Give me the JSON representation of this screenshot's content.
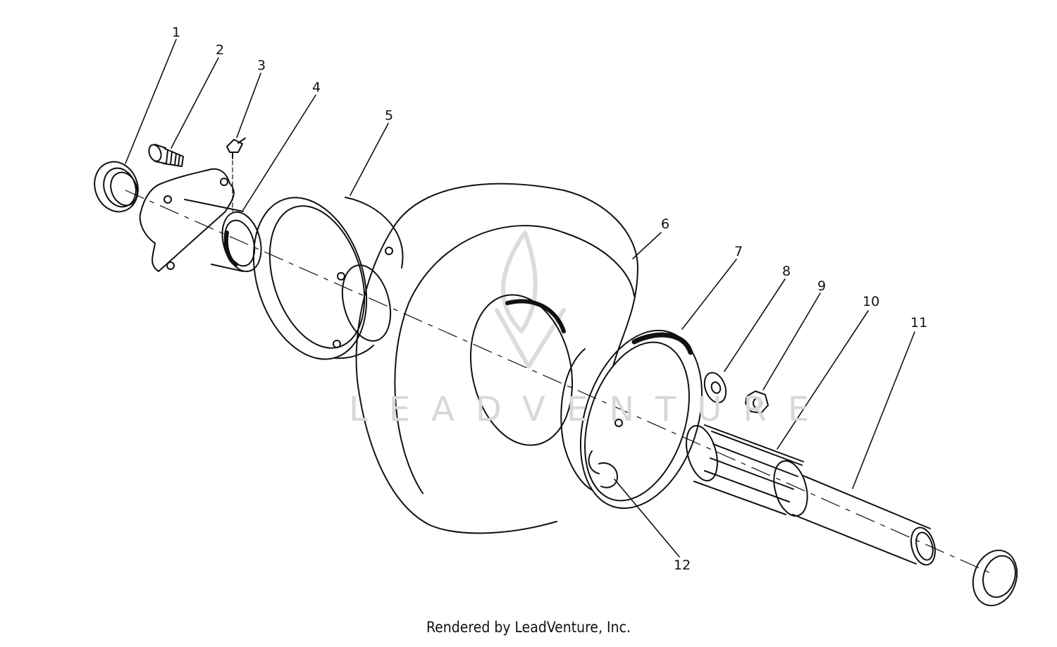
{
  "parts": [
    {
      "number": "1"
    },
    {
      "number": "2"
    },
    {
      "number": "3"
    },
    {
      "number": "4"
    },
    {
      "number": "5"
    },
    {
      "number": "6"
    },
    {
      "number": "7"
    },
    {
      "number": "8"
    },
    {
      "number": "9"
    },
    {
      "number": "10"
    },
    {
      "number": "11"
    },
    {
      "number": "12"
    }
  ],
  "watermark": {
    "text": "LEADVENTURE",
    "icon": "flame-logo-icon"
  },
  "credit": "Rendered by LeadVenture, Inc.",
  "colors": {
    "line": "#111111",
    "watermark": "#d8d8d8",
    "background": "#ffffff"
  }
}
